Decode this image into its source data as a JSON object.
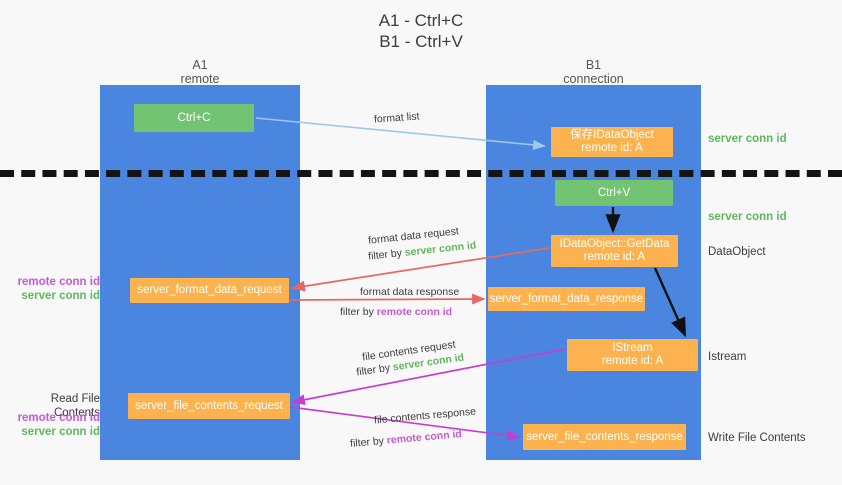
{
  "title": "A1 - Ctrl+C\nB1 - Ctrl+V",
  "columns": {
    "left": {
      "header": "A1\nremote"
    },
    "right": {
      "header": "B1\nconnection"
    }
  },
  "boxes": {
    "ctrl_c": "Ctrl+C",
    "ctrl_v": "Ctrl+V",
    "idataobject": "保存IDataObject\nremote id: A",
    "getdata": "IDataObject::GetData\nremote id: A",
    "istream": "IStream\nremote id: A",
    "server_format_data_request": "server_format_data_request",
    "server_format_data_response": "server_format_data_response",
    "server_file_contents_request": "server_file_contents_request",
    "server_file_contents_response": "server_file_contents_response"
  },
  "captions": {
    "format_list": "format list",
    "format_data_request": "format data request",
    "format_data_request_filter": "filter by ",
    "format_data_response": "format data response",
    "format_data_response_filter": "filter by ",
    "file_contents_request": "file contents request",
    "file_contents_request_filter": "filter by ",
    "file_contents_response": "file contents response",
    "file_contents_response_filter": "filter by "
  },
  "ids": {
    "server_conn_id": "server conn id",
    "remote_conn_id": "remote conn id"
  },
  "side_labels": {
    "server_conn_id_top": "server conn id",
    "server_conn_id_mid": "server conn id",
    "dataobject": "DataObject",
    "istream": "Istream",
    "write_file_contents": "Write File Contents",
    "read_file_contents": "Read File Contents"
  },
  "colors": {
    "band": "#4a86e0",
    "green_box": "#72c472",
    "orange_box": "#fcb34f",
    "server_conn_id": "#5fb85f",
    "remote_conn_id": "#c45bd4",
    "arrow_format_list": "#9dc7ee",
    "arrow_black": "#111111",
    "arrow_format_data": "#e8685f",
    "arrow_file_contents": "#c43fd0",
    "background": "#f8f8f8"
  }
}
